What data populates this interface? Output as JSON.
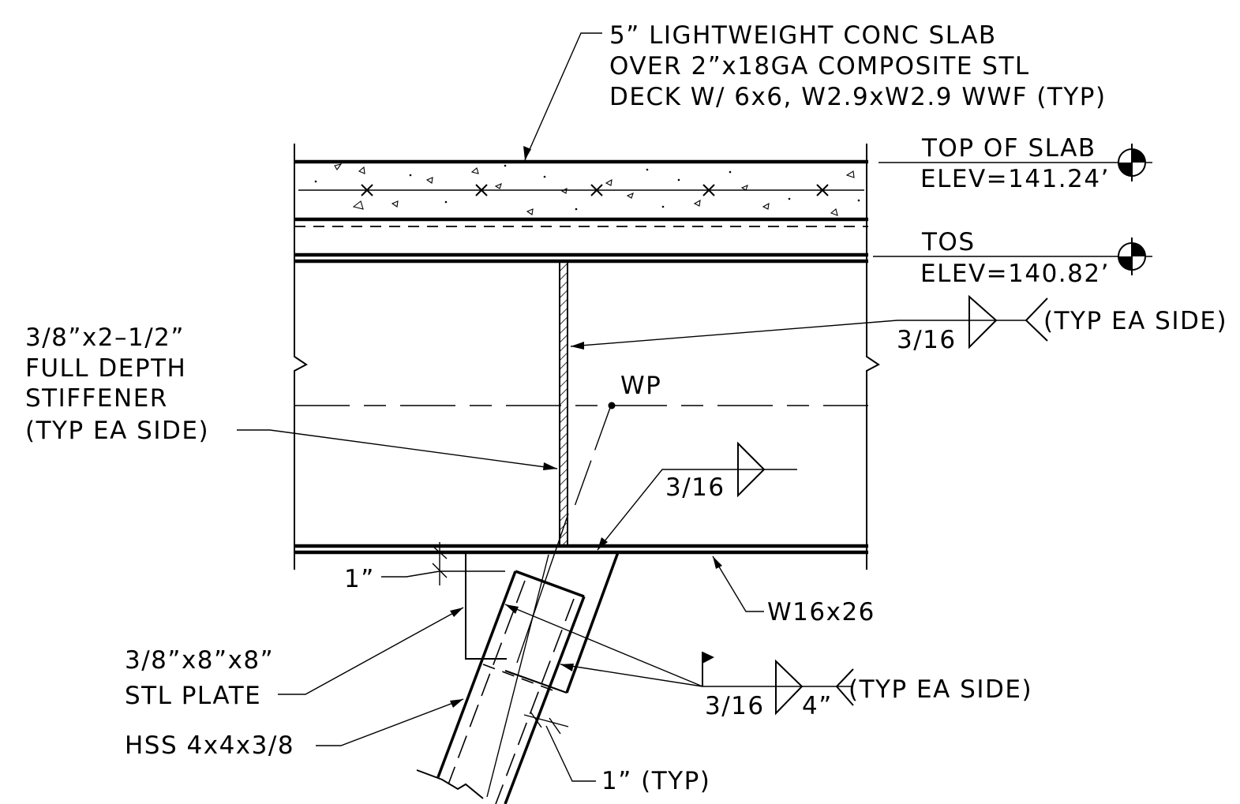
{
  "slab_note": {
    "line1": "5” LIGHTWEIGHT CONC SLAB",
    "line2": "OVER 2”x18GA COMPOSITE STL",
    "line3": "DECK W/ 6x6, W2.9xW2.9 WWF (TYP)"
  },
  "top_of_slab": {
    "label": "TOP OF SLAB",
    "elev": "ELEV=141.24’"
  },
  "tos": {
    "label": "TOS",
    "elev": "ELEV=140.82’"
  },
  "stiffener_weld": {
    "size": "3/16",
    "note": "(TYP EA SIDE)"
  },
  "stiffener_note": {
    "line1": "3/8”x2–1/2”",
    "line2": "FULL DEPTH",
    "line3": "STIFFENER",
    "line4": "(TYP EA SIDE)"
  },
  "work_point": "WP",
  "plate_weld": {
    "size": "3/16"
  },
  "beam_label": "W16x26",
  "plate_offset": "1”",
  "plate_note": {
    "line1": "3/8”x8”x8”",
    "line2": "STL PLATE"
  },
  "hss_weld": {
    "size": "3/16",
    "length": "4”",
    "note": "(TYP EA SIDE)"
  },
  "hss_label": "HSS 4x4x3/8",
  "hss_offset": "1” (TYP)",
  "icons": [
    "elevation-marker-icon",
    "weld-fillet-symbol-icon",
    "field-weld-flag-icon"
  ]
}
